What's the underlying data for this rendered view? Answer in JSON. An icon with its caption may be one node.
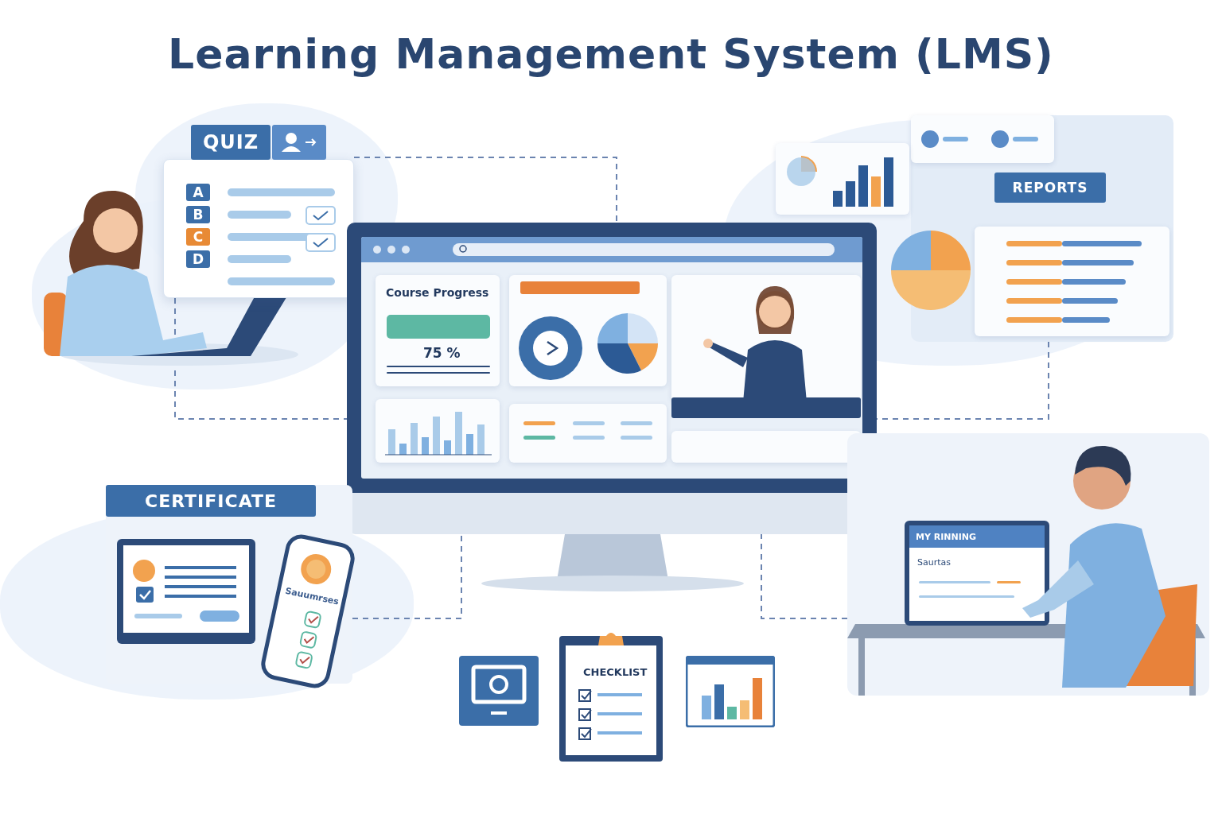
{
  "diagram": {
    "title": "Learning Management System (LMS)",
    "nodes": [
      {
        "text": [
          "QUIZ",
          "A",
          "B",
          "C",
          "D"
        ]
      },
      {
        "text": [
          "Course Progress",
          "75 %"
        ]
      },
      {
        "text": [
          "REPORTS"
        ]
      },
      {
        "text": [
          "CERTIFICATE",
          "Sauumrses"
        ]
      },
      {
        "text": [
          "MY RINNING",
          "Saurtas"
        ]
      },
      {
        "text": [
          "CHECKLIST"
        ]
      }
    ],
    "edges": [
      {
        "from": 0,
        "to": 1,
        "arrow": "none",
        "style": "dashed"
      },
      {
        "from": 0,
        "to": 1,
        "arrow": "none",
        "style": "dashed"
      },
      {
        "from": 2,
        "to": 1,
        "arrow": "none",
        "style": "dashed"
      },
      {
        "from": 3,
        "to": 1,
        "arrow": "none",
        "style": "dashed"
      },
      {
        "from": 4,
        "to": 1,
        "arrow": "none",
        "style": "dashed"
      }
    ]
  }
}
